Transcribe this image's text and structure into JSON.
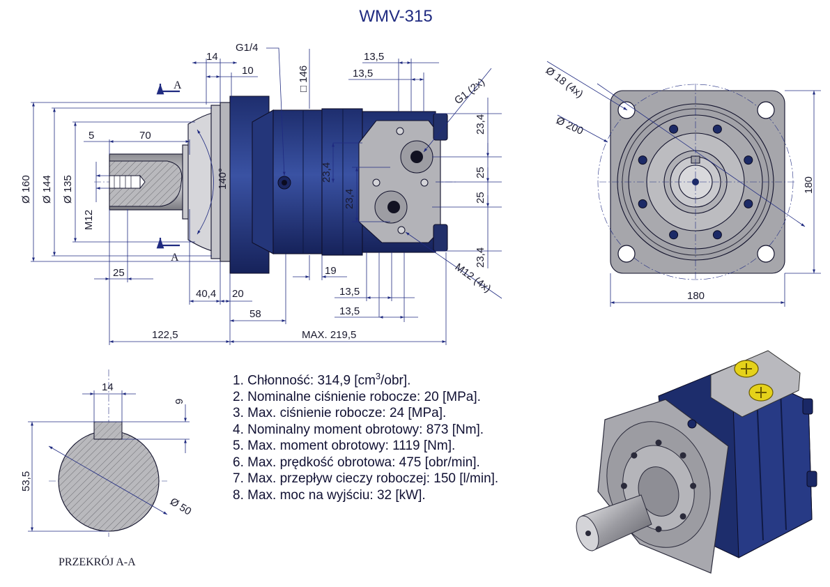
{
  "title": "WMV-315",
  "colors": {
    "body_blue": "#2b3f86",
    "flange_grey": "#a9a9ad",
    "accent_yellow": "#e5d21a",
    "dim_line": "#1f2a80"
  },
  "side_view": {
    "section_marker": "A",
    "port_g14": "G1/4",
    "square_146": "□ 146",
    "dim_14": "14",
    "dim_10": "10",
    "dim_13_5_a": "13,5",
    "dim_13_5_b": "13,5",
    "port_g1": "G1  (2x)",
    "dia_160": "Ø 160",
    "dia_144": "Ø 144",
    "dia_135": "Ø 135",
    "thread_m12": "M12",
    "dim_5": "5",
    "dim_70": "70",
    "angle_140": "140°",
    "dim_23_4_a": "23,4",
    "dim_23_4_b": "23,4",
    "dim_23_4_c": "23,4",
    "dim_23_4_d": "23,4",
    "dim_25_a": "25",
    "dim_25_b": "25",
    "dim_25_shaft": "25",
    "dim_19": "19",
    "dim_13_5_c": "13,5",
    "dim_13_5_d": "13,5",
    "m12_4x": "M12  (4x)",
    "dim_40_4": "40,4",
    "dim_20": "20",
    "dim_58": "58",
    "dim_122_5": "122,5",
    "dim_max": "MAX.  219,5"
  },
  "front_view": {
    "dia_18": "Ø 18  (4x)",
    "dia_200": "Ø 200",
    "dim_180_v": "180",
    "dim_180_h": "180"
  },
  "section": {
    "dim_14": "14",
    "dim_9": "9",
    "dim_53_5": "53,5",
    "dia_50": "Ø 50",
    "label": "PRZEKRÓJ A-A"
  },
  "specs": {
    "l1_pre": "1. Chłonność: 314,9 [cm",
    "l1_sup": "3",
    "l1_post": "/obr].",
    "l2": "2. Nominalne ciśnienie robocze: 20 [MPa].",
    "l3": "3. Max. ciśnienie robocze: 24 [MPa].",
    "l4": "4. Nominalny moment obrotowy: 873 [Nm].",
    "l5": "5. Max. moment obrotowy: 1119 [Nm].",
    "l6": "6. Max. prędkość obrotowa: 475 [obr/min].",
    "l7": "7. Max. przepływ cieczy roboczej: 150 [l/min].",
    "l8": "8. Max. moc na wyjściu: 32 [kW]."
  }
}
